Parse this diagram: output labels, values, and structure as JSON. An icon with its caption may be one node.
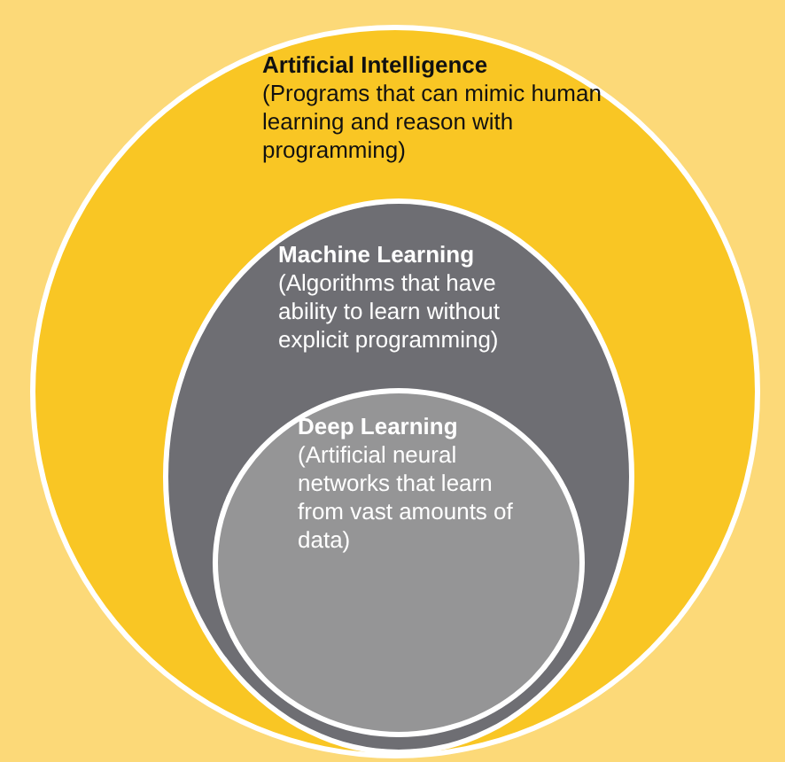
{
  "diagram": {
    "nodes": [
      {
        "text": [
          "Artificial Intelligence",
          "(Programs that can mimic human learning and reason with programming)"
        ]
      },
      {
        "text": [
          "Machine Learning",
          "(Algorithms that have ability to learn without explicit programming)"
        ],
        "in": 0
      },
      {
        "text": [
          "Deep Learning",
          "(Artificial neural networks that learn from vast amounts of data)"
        ],
        "in": 1
      }
    ]
  }
}
